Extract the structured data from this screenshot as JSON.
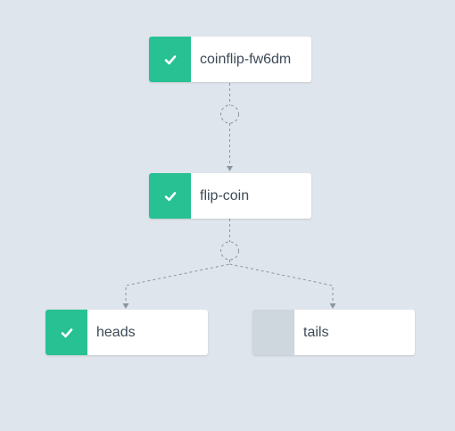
{
  "workflow": {
    "nodes": [
      {
        "id": "root",
        "label": "coinflip-fw6dm",
        "status": "succeeded",
        "status_icon": "check-icon"
      },
      {
        "id": "flip",
        "label": "flip-coin",
        "status": "succeeded",
        "status_icon": "check-icon"
      },
      {
        "id": "heads",
        "label": "heads",
        "status": "succeeded",
        "status_icon": "check-icon"
      },
      {
        "id": "tails",
        "label": "tails",
        "status": "pending",
        "status_icon": ""
      }
    ],
    "edges": [
      {
        "from": "root",
        "to": "flip"
      },
      {
        "from": "flip",
        "to": "heads"
      },
      {
        "from": "flip",
        "to": "tails"
      }
    ]
  },
  "colors": {
    "background": "#dfe5ec",
    "succeeded": "#27c193",
    "pending": "#cfd7de",
    "edge": "#8a96a1",
    "text": "#3d4a57"
  }
}
